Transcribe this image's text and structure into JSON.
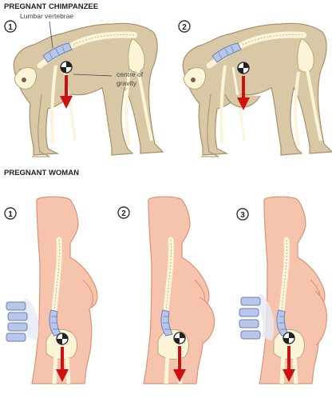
{
  "sections": {
    "chimp_title": "PREGNANT CHIMPANZEE",
    "woman_title": "PREGNANT WOMAN"
  },
  "annotations": {
    "lumbar": "Lumbar vertebrae",
    "centre_line1": "centre of",
    "centre_line2": "gravity"
  },
  "chimp_panels": [
    {
      "number": "1"
    },
    {
      "number": "2"
    }
  ],
  "woman_panels": [
    {
      "number": "1"
    },
    {
      "number": "2"
    },
    {
      "number": "3"
    }
  ],
  "colors": {
    "chimp_body": "#d8c8a6",
    "chimp_outline": "#a89066",
    "human_body": "#f6c4ad",
    "human_outline": "#d99277",
    "bone": "#fbf4d8",
    "bone_outline": "#b8a876",
    "lumbar_vertebrae": "#b8c6ea",
    "lumbar_outline": "#6d7fb4",
    "gravity_arrow": "#cc1111",
    "number_badge_ring": "#333333"
  }
}
